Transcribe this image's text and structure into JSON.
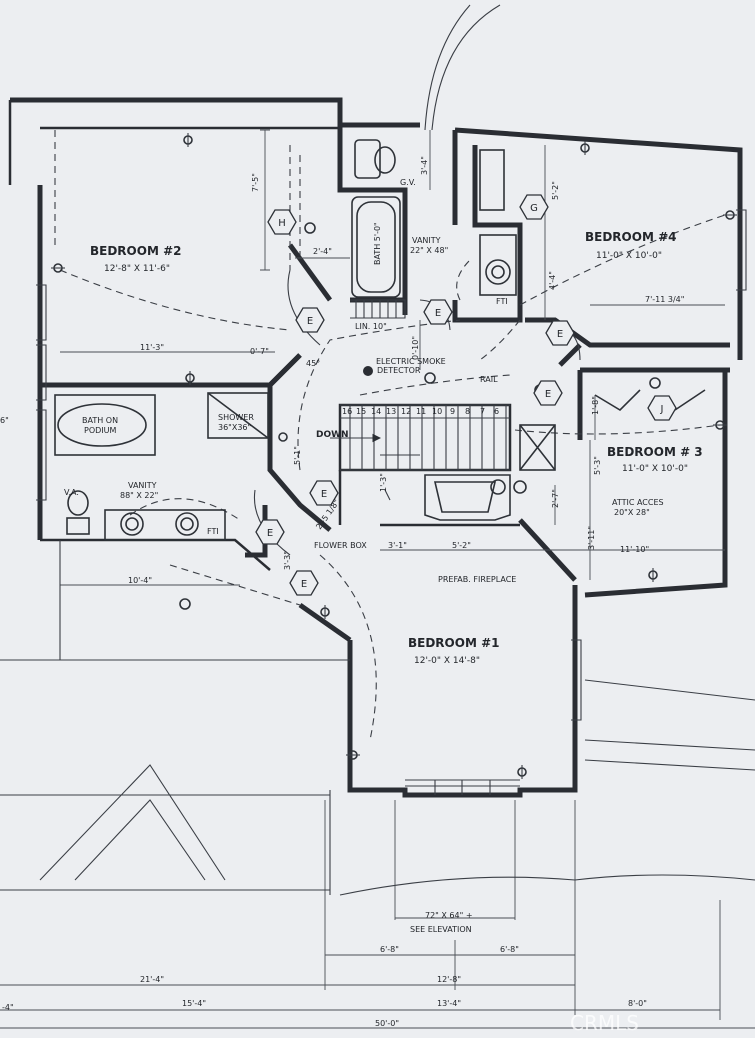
{
  "rooms": {
    "bedroom2": {
      "name": "BEDROOM #2",
      "size": "12'-8\" X 11'-6\""
    },
    "bedroom4": {
      "name": "BEDROOM #4",
      "size": "11'-0\" X 10'-0\""
    },
    "bedroom3": {
      "name": "BEDROOM # 3",
      "size": "11'-0\" X 10'-0\""
    },
    "bedroom1": {
      "name": "BEDROOM #1",
      "size": "12'-0\" X 14'-8\""
    }
  },
  "labels": {
    "bath_podium_1": "BATH ON",
    "bath_podium_2": "PODIUM",
    "shower_1": "SHOWER",
    "shower_2": "36\"X36\"",
    "vanity_main_1": "VANITY",
    "vanity_main_2": "88\" X 22\"",
    "va": "V.A.",
    "fti_a": "FTI",
    "fti_b": "FTI",
    "vanity_small_1": "VANITY",
    "vanity_small_2": "22\" X 48\"",
    "gv": "G.V.",
    "bath_tub": "BATH 5'-0\"",
    "lin": "LIN. 10\"",
    "smoke_1": "ELECTRIC SMOKE",
    "smoke_2": "DETECTOR",
    "rail": "RAIL",
    "down": "DOWN",
    "flower_box": "FLOWER BOX",
    "fireplace": "PREFAB. FIREPLACE",
    "attic_1": "ATTIC ACCES",
    "attic_2": "20\"X 28\"",
    "window_1": "72\" X 64\" +",
    "window_2": "SEE ELEVATION",
    "watermark": "CRMLS"
  },
  "dims": {
    "d_7_5": "7'-5\"",
    "d_3_4": "3'-4\"",
    "d_5_2a": "5'-2\"",
    "d_2_4": "2'-4\"",
    "d_4_4": "4'-4\"",
    "d_7_11": "7'-11 3/4\"",
    "d_0_10": "0'-10\"",
    "d_11_3": "11'-3\"",
    "d_0_7": "0'-7\"",
    "d_45": "45°",
    "d_6_left": "6\"",
    "d_5_1": "5'-1\"",
    "d_1_3": "1'-3\"",
    "d_2_5_18": "2'-5 1/8\"",
    "d_1_8": "1'-8\"",
    "d_5_3": "5'-3\"",
    "d_2_7": "2'-7\"",
    "d_3_11": "3'-11\"",
    "d_3_3": "3'-3\"",
    "d_3_1": "3'-1\"",
    "d_5_2b": "5'-2\"",
    "d_11_10": "11'-10\"",
    "d_10_4": "10'-4\"",
    "d_6_8a": "6'-8\"",
    "d_6_8b": "6'-8\"",
    "d_12_8": "12'-8\"",
    "d_21_4": "21'-4\"",
    "d_15_4": "15'-4\"",
    "d_13_4": "13'-4\"",
    "d_8_0": "8'-0\"",
    "d_4_left": "-4\"",
    "d_50_0": "50'-0\""
  },
  "stair_numbers": [
    "16",
    "15",
    "14",
    "13",
    "12",
    "11",
    "10",
    "9",
    "8",
    "7",
    "6"
  ],
  "symbols": {
    "e": "E",
    "h": "H",
    "g": "G",
    "j": "J"
  }
}
